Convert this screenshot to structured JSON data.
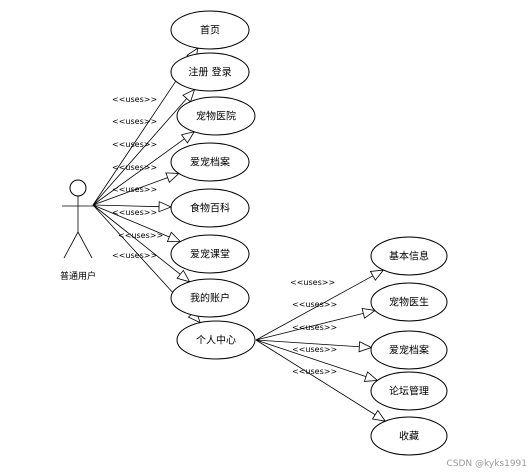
{
  "actor": {
    "name": "普通用户"
  },
  "relation_label": "<<uses>>",
  "use_cases": [
    {
      "id": "home",
      "label": "首页"
    },
    {
      "id": "register-login",
      "label": "注册 登录"
    },
    {
      "id": "pet-hospital",
      "label": "宠物医院"
    },
    {
      "id": "pet-archive",
      "label": "爱宠档案"
    },
    {
      "id": "food-encyclopedia",
      "label": "食物百科"
    },
    {
      "id": "pet-class",
      "label": "爱宠课堂"
    },
    {
      "id": "my-account",
      "label": "我的账户"
    },
    {
      "id": "personal-center",
      "label": "个人中心"
    }
  ],
  "sub_use_cases": [
    {
      "id": "basic-info",
      "label": "基本信息"
    },
    {
      "id": "pet-doctor",
      "label": "宠物医生"
    },
    {
      "id": "pet-archive-2",
      "label": "爱宠档案"
    },
    {
      "id": "forum-management",
      "label": "论坛管理"
    },
    {
      "id": "favorites",
      "label": "收藏"
    }
  ],
  "watermark": "CSDN @kyks1991"
}
